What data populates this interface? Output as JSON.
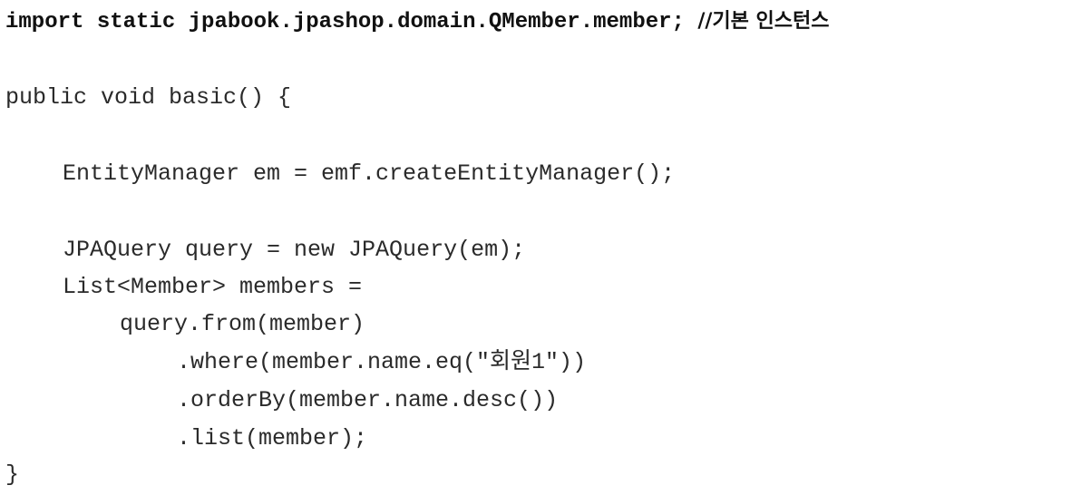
{
  "code": {
    "import_stmt": "import static jpabook.jpashop.domain.QMember.member;",
    "import_comment": "//기본 인스턴스",
    "lines": [
      "public void basic() {",
      "EntityManager em = emf.createEntityManager();",
      "JPAQuery query = new JPAQuery(em);",
      "List<Member> members =",
      "query.from(member)",
      ".where(member.name.eq(\"회원1\"))",
      ".orderBy(member.name.desc())",
      ".list(member);",
      "}"
    ]
  }
}
